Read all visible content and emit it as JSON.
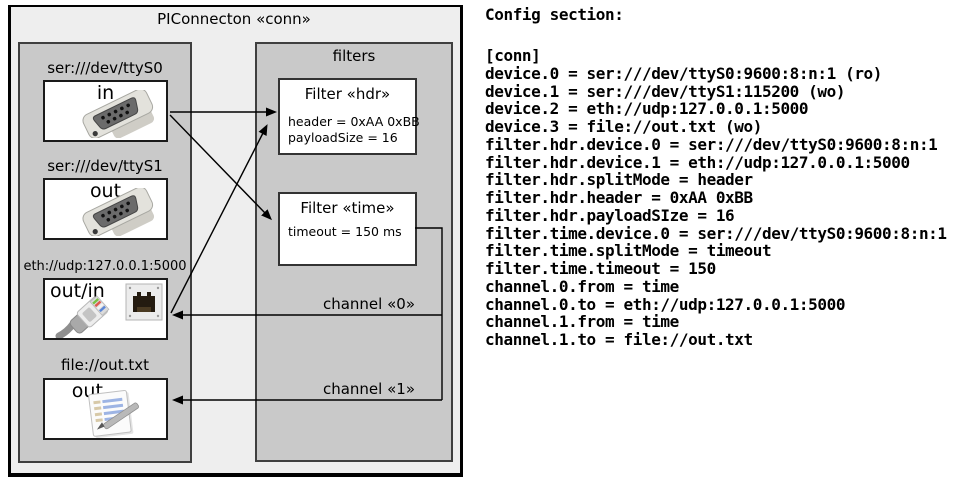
{
  "diagram": {
    "title": "PIConnecton «conn»",
    "filters_title": "filters",
    "devices": [
      {
        "label": "ser:///dev/ttyS0",
        "direction": "in"
      },
      {
        "label": "ser:///dev/ttyS1",
        "direction": "out"
      },
      {
        "label": "eth://udp:127.0.0.1:5000",
        "direction": "out/in"
      },
      {
        "label": "file://out.txt",
        "direction": "out"
      }
    ],
    "filters": [
      {
        "title": "Filter «hdr»",
        "props": [
          "header = 0xAA 0xBB",
          "payloadSize = 16"
        ]
      },
      {
        "title": "Filter «time»",
        "props": [
          "timeout = 150 ms"
        ]
      }
    ],
    "channels": [
      {
        "label": "channel «0»"
      },
      {
        "label": "channel «1»"
      }
    ],
    "icon_names": [
      "serial-connector-icon",
      "serial-connector-icon",
      "ethernet-port-icon",
      "ethernet-plug-icon",
      "notepad-icon"
    ],
    "colors": {
      "panel_gray": "#c9c9c9",
      "outer_bg": "#eeeeee",
      "line": "#000000"
    }
  },
  "config": {
    "heading": "Config section:",
    "lines": [
      "[conn]",
      "device.0 = ser:///dev/ttyS0:9600:8:n:1 (ro)",
      "device.1 = ser:///dev/ttyS1:115200 (wo)",
      "device.2 = eth://udp:127.0.0.1:5000",
      "device.3 = file://out.txt (wo)",
      "filter.hdr.device.0 = ser:///dev/ttyS0:9600:8:n:1",
      "filter.hdr.device.1 = eth://udp:127.0.0.1:5000",
      "filter.hdr.splitMode = header",
      "filter.hdr.header = 0xAA 0xBB",
      "filter.hdr.payloadSIze = 16",
      "filter.time.device.0 = ser:///dev/ttyS0:9600:8:n:1",
      "filter.time.splitMode = timeout",
      "filter.time.timeout = 150",
      "channel.0.from = time",
      "channel.0.to = eth://udp:127.0.0.1:5000",
      "channel.1.from = time",
      "channel.1.to = file://out.txt"
    ]
  }
}
